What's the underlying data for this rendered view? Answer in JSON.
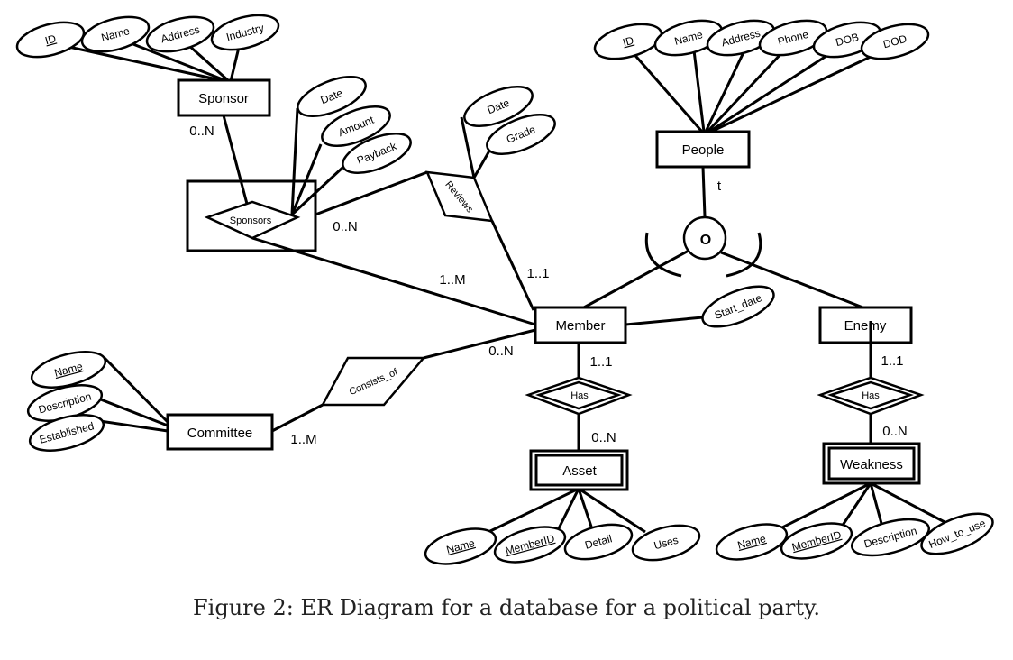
{
  "entities": {
    "sponsor": "Sponsor",
    "people": "People",
    "member": "Member",
    "enemy": "Enemy",
    "committee": "Committee",
    "asset": "Asset",
    "weakness": "Weakness"
  },
  "relationships": {
    "sponsors": "Sponsors",
    "reviews": "Reviews",
    "consists_of": "Consists_of",
    "member_has": "Has",
    "enemy_has": "Has"
  },
  "specialization": {
    "constraint": "O",
    "total": "t"
  },
  "attributes": {
    "sponsor": [
      "ID",
      "Name",
      "Address",
      "Industry"
    ],
    "sponsors": [
      "Date",
      "Amount",
      "Payback"
    ],
    "reviews": [
      "Date",
      "Grade"
    ],
    "people": [
      "ID",
      "Name",
      "Address",
      "Phone",
      "DOB",
      "DOD"
    ],
    "member": [
      "Start_date"
    ],
    "committee": [
      "Name",
      "Description",
      "Established"
    ],
    "asset": [
      "Name",
      "MemberID",
      "Detail",
      "Uses"
    ],
    "weakness": [
      "Name",
      "MemberID",
      "Description",
      "How_to_use"
    ]
  },
  "cardinalities": {
    "sponsor_sponsors": "0..N",
    "sponsors_box_reviews": "0..N",
    "sponsors_member": "1..M",
    "reviews_member": "1..1",
    "consists_member": "0..N",
    "committee_consists": "1..M",
    "member_has": "1..1",
    "has_asset": "0..N",
    "enemy_has": "1..1",
    "has_weakness": "0..N"
  },
  "caption": "Figure 2: ER Diagram for a database for a political party."
}
